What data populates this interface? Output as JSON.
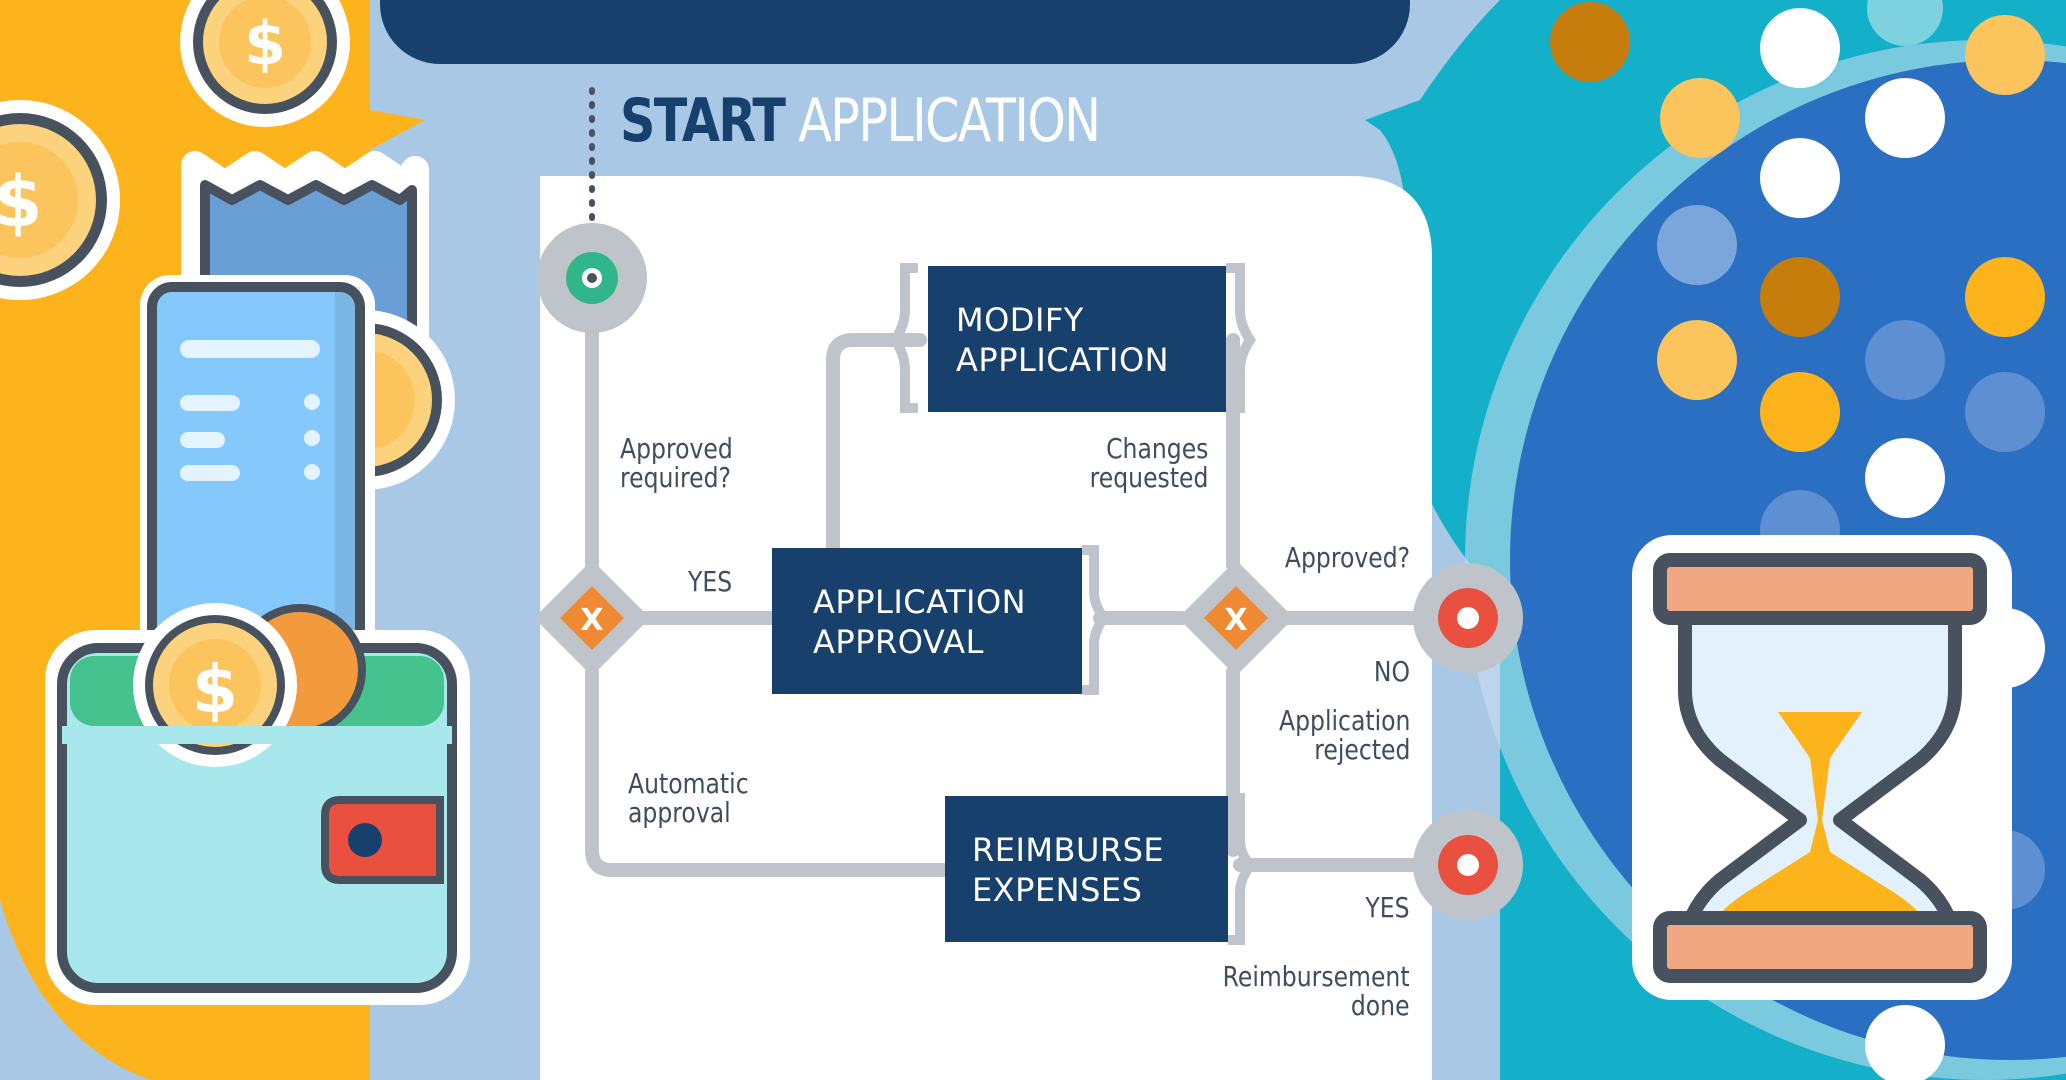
{
  "title": {
    "start": "START",
    "rest": " APPLICATION"
  },
  "boxes": {
    "modify": "MODIFY\nAPPLICATION",
    "approval": "APPLICATION\nAPPROVAL",
    "reimburse": "REIMBURSE\nEXPENSES"
  },
  "labels": {
    "approved_required": "Approved\nrequired?",
    "yes_left": "YES",
    "automatic_approval": "Automatic\napproval",
    "changes_requested": "Changes\nrequested",
    "approved_q": "Approved?",
    "no": "NO",
    "application_rejected": "Application\nrejected",
    "yes_right": "YES",
    "reimbursement_done": "Reimbursement\ndone"
  },
  "gateway_symbol": "X",
  "currency_symbol": "$",
  "colors": {
    "navy": "#17406d",
    "light_blue_bg": "#a9c8e6",
    "orange_yellow": "#fcb31c",
    "teal": "#14b0c9",
    "royal_blue": "#2a6fc2",
    "gateway_orange": "#f08a32",
    "end_red": "#e9503f",
    "start_green": "#31b68b",
    "connector_gray": "#bfc4cb"
  }
}
